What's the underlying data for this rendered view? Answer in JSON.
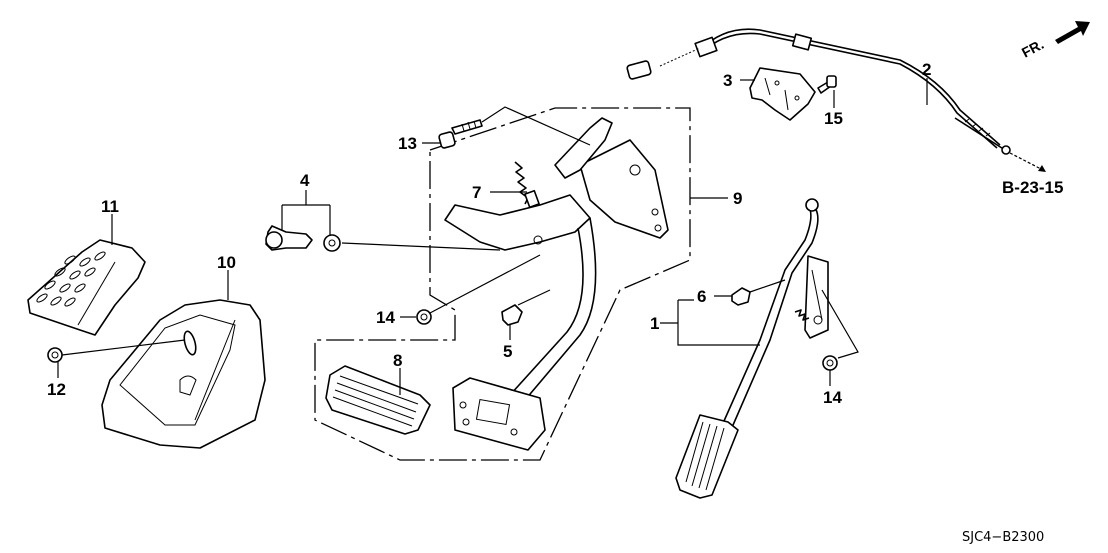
{
  "diagram": {
    "drawing_code": "SJC4−B2300",
    "direction_indicator": {
      "text": "FR.",
      "icon": "arrow-forward-icon"
    },
    "reference": {
      "text": "B-23-15",
      "icon": "arrow-icon"
    },
    "callouts": [
      {
        "number": "1",
        "part": "accelerator-pedal-assembly"
      },
      {
        "number": "2",
        "part": "throttle-cable"
      },
      {
        "number": "3",
        "part": "cable-bracket"
      },
      {
        "number": "4",
        "part": "stop-switch-set"
      },
      {
        "number": "5",
        "part": "pedal-stopper"
      },
      {
        "number": "6",
        "part": "accelerator-stopper"
      },
      {
        "number": "7",
        "part": "spring"
      },
      {
        "number": "8",
        "part": "brake-pedal-pad"
      },
      {
        "number": "9",
        "part": "brake-pedal-assembly"
      },
      {
        "number": "10",
        "part": "pedal-cover-bracket"
      },
      {
        "number": "11",
        "part": "pedal-cover"
      },
      {
        "number": "12",
        "part": "nut"
      },
      {
        "number": "13",
        "part": "flange-bolt"
      },
      {
        "number": "14",
        "part": "flange-nut"
      },
      {
        "number": "14",
        "part": "flange-nut"
      },
      {
        "number": "15",
        "part": "bolt"
      }
    ]
  }
}
